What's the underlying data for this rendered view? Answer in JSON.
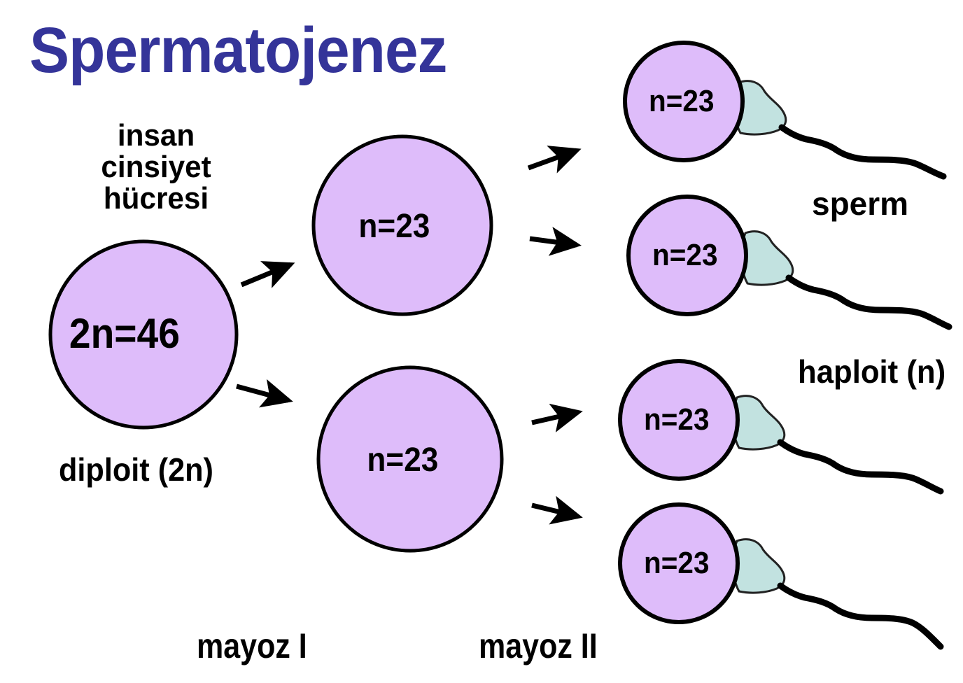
{
  "title": "Spermatojenez",
  "colors": {
    "title": "#343499",
    "cell_fill": "#DEBCFA",
    "cell_stroke": "#000000",
    "midpiece_fill": "#C2E2E0",
    "text": "#000000",
    "background": "#FFFFFF"
  },
  "labels": {
    "origin_cell": "insan\ncinsiyet\nhücresi",
    "diploid": "diploit (2n)",
    "haploid": "haploit (n)",
    "sperm": "sperm",
    "meiosis_1": "mayoz I",
    "meiosis_2": "mayoz II"
  },
  "cells": {
    "primary": {
      "label": "2n=46"
    },
    "secondary": [
      {
        "label": "n=23"
      },
      {
        "label": "n=23"
      }
    ],
    "spermatids": [
      {
        "label": "n=23"
      },
      {
        "label": "n=23"
      },
      {
        "label": "n=23"
      },
      {
        "label": "n=23"
      }
    ]
  },
  "chart_data": {
    "type": "diagram",
    "title": "Spermatojenez",
    "stages": [
      {
        "name": "insan cinsiyet hücresi",
        "ploidy_label": "diploit (2n)",
        "cell_count": 1,
        "chromosome_text": "2n=46",
        "chromosome_number": 46
      },
      {
        "name": "mayoz I",
        "cell_count": 2,
        "chromosome_text": "n=23",
        "chromosome_number": 23
      },
      {
        "name": "mayoz II",
        "ploidy_label": "haploit (n)",
        "cell_count": 4,
        "chromosome_text": "n=23",
        "chromosome_number": 23,
        "product": "sperm"
      }
    ]
  }
}
